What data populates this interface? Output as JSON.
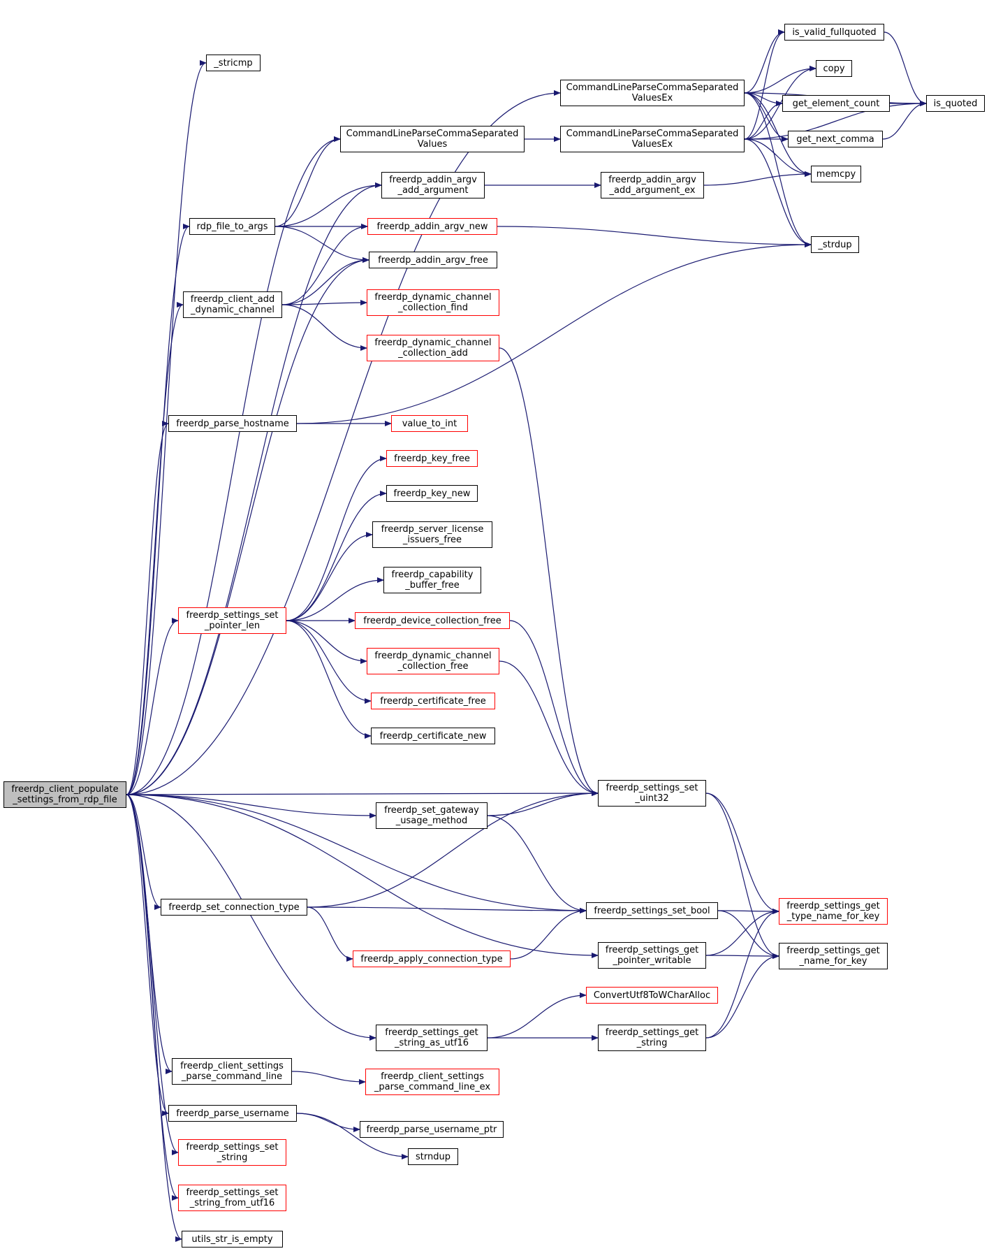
{
  "colors": {
    "edge": "#191970",
    "border": "#000000",
    "truncated_border": "#ff0000",
    "root_fill": "#bfbfbf"
  },
  "nodes": [
    {
      "id": "root",
      "label": "freerdp_client_populate\n_settings_from_rdp_file",
      "style": "root"
    },
    {
      "id": "stricmp",
      "label": "_stricmp",
      "style": "normal"
    },
    {
      "id": "clpcsvex1",
      "label": "CommandLineParseCommaSeparated\nValuesEx",
      "style": "normal"
    },
    {
      "id": "clpcsv",
      "label": "CommandLineParseCommaSeparated\nValues",
      "style": "normal"
    },
    {
      "id": "clpcsvex2",
      "label": "CommandLineParseCommaSeparated\nValuesEx",
      "style": "normal"
    },
    {
      "id": "is_valid_fullquoted",
      "label": "is_valid_fullquoted",
      "style": "normal"
    },
    {
      "id": "copy",
      "label": "copy",
      "style": "normal"
    },
    {
      "id": "get_element_count",
      "label": "get_element_count",
      "style": "normal"
    },
    {
      "id": "is_quoted",
      "label": "is_quoted",
      "style": "normal"
    },
    {
      "id": "get_next_comma",
      "label": "get_next_comma",
      "style": "normal"
    },
    {
      "id": "memcpy",
      "label": "memcpy",
      "style": "normal"
    },
    {
      "id": "strdup",
      "label": "_strdup",
      "style": "normal"
    },
    {
      "id": "addin_argv_add_argument",
      "label": "freerdp_addin_argv\n_add_argument",
      "style": "normal"
    },
    {
      "id": "addin_argv_add_argument_ex",
      "label": "freerdp_addin_argv\n_add_argument_ex",
      "style": "normal"
    },
    {
      "id": "rdp_file_to_args",
      "label": "rdp_file_to_args",
      "style": "normal"
    },
    {
      "id": "addin_argv_new",
      "label": "freerdp_addin_argv_new",
      "style": "red"
    },
    {
      "id": "addin_argv_free",
      "label": "freerdp_addin_argv_free",
      "style": "normal"
    },
    {
      "id": "client_add_dynamic_channel",
      "label": "freerdp_client_add\n_dynamic_channel",
      "style": "normal"
    },
    {
      "id": "dyn_collection_find",
      "label": "freerdp_dynamic_channel\n_collection_find",
      "style": "red"
    },
    {
      "id": "dyn_collection_add",
      "label": "freerdp_dynamic_channel\n_collection_add",
      "style": "red"
    },
    {
      "id": "parse_hostname",
      "label": "freerdp_parse_hostname",
      "style": "normal"
    },
    {
      "id": "value_to_int",
      "label": "value_to_int",
      "style": "red"
    },
    {
      "id": "key_free",
      "label": "freerdp_key_free",
      "style": "red"
    },
    {
      "id": "key_new",
      "label": "freerdp_key_new",
      "style": "normal"
    },
    {
      "id": "server_license_issuers_free",
      "label": "freerdp_server_license\n_issuers_free",
      "style": "normal"
    },
    {
      "id": "capability_buffer_free",
      "label": "freerdp_capability\n_buffer_free",
      "style": "normal"
    },
    {
      "id": "settings_set_pointer_len",
      "label": "freerdp_settings_set\n_pointer_len",
      "style": "red"
    },
    {
      "id": "device_collection_free",
      "label": "freerdp_device_collection_free",
      "style": "red"
    },
    {
      "id": "dyn_collection_free",
      "label": "freerdp_dynamic_channel\n_collection_free",
      "style": "red"
    },
    {
      "id": "certificate_free",
      "label": "freerdp_certificate_free",
      "style": "red"
    },
    {
      "id": "certificate_new",
      "label": "freerdp_certificate_new",
      "style": "normal"
    },
    {
      "id": "settings_set_uint32",
      "label": "freerdp_settings_set\n_uint32",
      "style": "normal"
    },
    {
      "id": "set_gateway_usage_method",
      "label": "freerdp_set_gateway\n_usage_method",
      "style": "normal"
    },
    {
      "id": "set_connection_type",
      "label": "freerdp_set_connection_type",
      "style": "normal"
    },
    {
      "id": "settings_set_bool",
      "label": "freerdp_settings_set_bool",
      "style": "normal"
    },
    {
      "id": "get_type_name_for_key",
      "label": "freerdp_settings_get\n_type_name_for_key",
      "style": "red"
    },
    {
      "id": "apply_connection_type",
      "label": "freerdp_apply_connection_type",
      "style": "red"
    },
    {
      "id": "get_pointer_writable",
      "label": "freerdp_settings_get\n_pointer_writable",
      "style": "normal"
    },
    {
      "id": "get_name_for_key",
      "label": "freerdp_settings_get\n_name_for_key",
      "style": "normal"
    },
    {
      "id": "convert_utf8",
      "label": "ConvertUtf8ToWCharAlloc",
      "style": "red"
    },
    {
      "id": "get_string_as_utf16",
      "label": "freerdp_settings_get\n_string_as_utf16",
      "style": "normal"
    },
    {
      "id": "get_string",
      "label": "freerdp_settings_get\n_string",
      "style": "normal"
    },
    {
      "id": "client_settings_parse_cl",
      "label": "freerdp_client_settings\n_parse_command_line",
      "style": "normal"
    },
    {
      "id": "client_settings_parse_cl_ex",
      "label": "freerdp_client_settings\n_parse_command_line_ex",
      "style": "red"
    },
    {
      "id": "parse_username",
      "label": "freerdp_parse_username",
      "style": "normal"
    },
    {
      "id": "parse_username_ptr",
      "label": "freerdp_parse_username_ptr",
      "style": "normal"
    },
    {
      "id": "strndup",
      "label": "strndup",
      "style": "normal"
    },
    {
      "id": "settings_set_string",
      "label": "freerdp_settings_set\n_string",
      "style": "red"
    },
    {
      "id": "settings_set_string_from_utf16",
      "label": "freerdp_settings_set\n_string_from_utf16",
      "style": "red"
    },
    {
      "id": "utils_str_is_empty",
      "label": "utils_str_is_empty",
      "style": "normal"
    }
  ],
  "edges": [
    [
      "root",
      "stricmp"
    ],
    [
      "root",
      "clpcsvex1"
    ],
    [
      "root",
      "clpcsv"
    ],
    [
      "root",
      "addin_argv_add_argument"
    ],
    [
      "root",
      "rdp_file_to_args"
    ],
    [
      "root",
      "addin_argv_free"
    ],
    [
      "root",
      "client_add_dynamic_channel"
    ],
    [
      "root",
      "parse_hostname"
    ],
    [
      "root",
      "settings_set_pointer_len"
    ],
    [
      "root",
      "settings_set_uint32"
    ],
    [
      "root",
      "set_gateway_usage_method"
    ],
    [
      "root",
      "settings_set_bool"
    ],
    [
      "root",
      "set_connection_type"
    ],
    [
      "root",
      "get_pointer_writable"
    ],
    [
      "root",
      "get_string_as_utf16"
    ],
    [
      "root",
      "client_settings_parse_cl"
    ],
    [
      "root",
      "parse_username"
    ],
    [
      "root",
      "settings_set_string"
    ],
    [
      "root",
      "settings_set_string_from_utf16"
    ],
    [
      "root",
      "utils_str_is_empty"
    ],
    [
      "clpcsvex1",
      "is_valid_fullquoted"
    ],
    [
      "clpcsvex1",
      "copy"
    ],
    [
      "clpcsvex1",
      "get_element_count"
    ],
    [
      "clpcsvex1",
      "is_quoted"
    ],
    [
      "clpcsvex1",
      "get_next_comma"
    ],
    [
      "clpcsvex1",
      "memcpy"
    ],
    [
      "clpcsvex1",
      "strdup"
    ],
    [
      "clpcsv",
      "clpcsvex2"
    ],
    [
      "clpcsvex2",
      "is_valid_fullquoted"
    ],
    [
      "clpcsvex2",
      "copy"
    ],
    [
      "clpcsvex2",
      "get_element_count"
    ],
    [
      "clpcsvex2",
      "is_quoted"
    ],
    [
      "clpcsvex2",
      "get_next_comma"
    ],
    [
      "clpcsvex2",
      "memcpy"
    ],
    [
      "clpcsvex2",
      "strdup"
    ],
    [
      "is_valid_fullquoted",
      "is_quoted"
    ],
    [
      "get_element_count",
      "is_quoted"
    ],
    [
      "get_next_comma",
      "is_quoted"
    ],
    [
      "addin_argv_add_argument",
      "addin_argv_add_argument_ex"
    ],
    [
      "addin_argv_add_argument_ex",
      "memcpy"
    ],
    [
      "rdp_file_to_args",
      "clpcsv"
    ],
    [
      "rdp_file_to_args",
      "addin_argv_add_argument"
    ],
    [
      "rdp_file_to_args",
      "addin_argv_new"
    ],
    [
      "rdp_file_to_args",
      "addin_argv_free"
    ],
    [
      "addin_argv_new",
      "strdup"
    ],
    [
      "client_add_dynamic_channel",
      "addin_argv_new"
    ],
    [
      "client_add_dynamic_channel",
      "addin_argv_free"
    ],
    [
      "client_add_dynamic_channel",
      "dyn_collection_find"
    ],
    [
      "client_add_dynamic_channel",
      "dyn_collection_add"
    ],
    [
      "dyn_collection_add",
      "settings_set_uint32"
    ],
    [
      "parse_hostname",
      "strdup"
    ],
    [
      "parse_hostname",
      "value_to_int"
    ],
    [
      "settings_set_pointer_len",
      "key_free"
    ],
    [
      "settings_set_pointer_len",
      "key_new"
    ],
    [
      "settings_set_pointer_len",
      "server_license_issuers_free"
    ],
    [
      "settings_set_pointer_len",
      "capability_buffer_free"
    ],
    [
      "settings_set_pointer_len",
      "device_collection_free"
    ],
    [
      "settings_set_pointer_len",
      "dyn_collection_free"
    ],
    [
      "settings_set_pointer_len",
      "certificate_free"
    ],
    [
      "settings_set_pointer_len",
      "certificate_new"
    ],
    [
      "device_collection_free",
      "settings_set_uint32"
    ],
    [
      "dyn_collection_free",
      "settings_set_uint32"
    ],
    [
      "settings_set_uint32",
      "get_type_name_for_key"
    ],
    [
      "settings_set_uint32",
      "get_name_for_key"
    ],
    [
      "set_gateway_usage_method",
      "settings_set_uint32"
    ],
    [
      "set_gateway_usage_method",
      "settings_set_bool"
    ],
    [
      "set_connection_type",
      "settings_set_uint32"
    ],
    [
      "set_connection_type",
      "settings_set_bool"
    ],
    [
      "set_connection_type",
      "apply_connection_type"
    ],
    [
      "apply_connection_type",
      "settings_set_bool"
    ],
    [
      "settings_set_bool",
      "get_type_name_for_key"
    ],
    [
      "settings_set_bool",
      "get_name_for_key"
    ],
    [
      "get_pointer_writable",
      "get_type_name_for_key"
    ],
    [
      "get_pointer_writable",
      "get_name_for_key"
    ],
    [
      "get_string_as_utf16",
      "convert_utf8"
    ],
    [
      "get_string_as_utf16",
      "get_string"
    ],
    [
      "get_string",
      "get_type_name_for_key"
    ],
    [
      "get_string",
      "get_name_for_key"
    ],
    [
      "client_settings_parse_cl",
      "client_settings_parse_cl_ex"
    ],
    [
      "parse_username",
      "parse_username_ptr"
    ],
    [
      "parse_username",
      "strndup"
    ]
  ]
}
